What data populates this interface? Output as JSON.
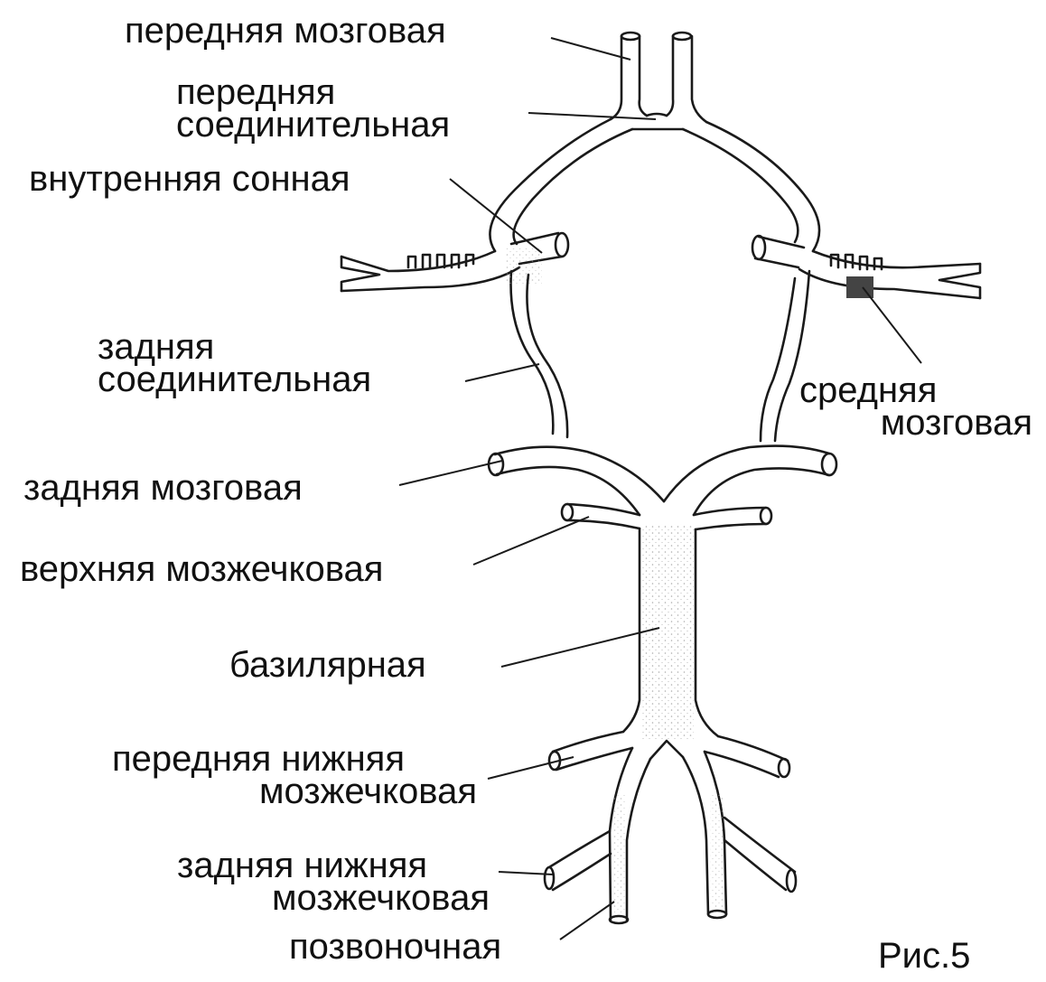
{
  "labels": {
    "anterior_cerebral": "передняя мозговая",
    "anterior_communicating": [
      "передняя",
      "соединительная"
    ],
    "internal_carotid": "внутренняя сонная",
    "posterior_communicating": [
      "задняя",
      "соединительная"
    ],
    "middle_cerebral": [
      "средняя",
      "мозговая"
    ],
    "posterior_cerebral": "задняя мозговая",
    "superior_cerebellar": "верхняя мозжечковая",
    "basilar": "базилярная",
    "anterior_inferior_cerebellar": [
      "передняя нижняя",
      "мозжечковая"
    ],
    "posterior_inferior_cerebellar": [
      "задняя нижняя",
      "мозжечковая"
    ],
    "vertebral": "позвоночная"
  },
  "figure_caption": "Рис.5",
  "colors": {
    "line": "#1a1a1a",
    "vessel_fill": "#ffffff",
    "stipple": "#9a9a9a",
    "marker": "#444444"
  }
}
